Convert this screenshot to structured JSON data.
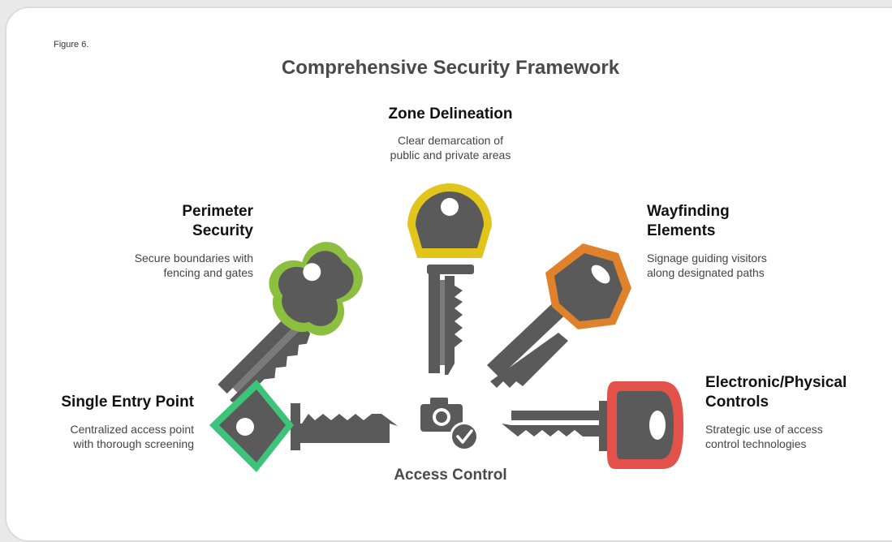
{
  "figure_label": "Figure 6.",
  "title": "Comprehensive Security Framework",
  "center": {
    "label": "Access Control",
    "icon": "camera-check-icon"
  },
  "items": {
    "zone": {
      "title": "Zone Delineation",
      "desc_line1": "Clear demarcation of",
      "desc_line2": "public and private areas",
      "color": "#e2c51b"
    },
    "perimeter": {
      "title_line1": "Perimeter",
      "title_line2": "Security",
      "desc_line1": "Secure boundaries with",
      "desc_line2": "fencing and gates",
      "color": "#8cbf3f"
    },
    "wayfinding": {
      "title_line1": "Wayfinding",
      "title_line2": "Elements",
      "desc_line1": "Signage guiding visitors",
      "desc_line2": "along designated paths",
      "color": "#e0822b"
    },
    "entry": {
      "title": "Single Entry Point",
      "desc_line1": "Centralized access point",
      "desc_line2": "with thorough screening",
      "color": "#3cc47a"
    },
    "electronic": {
      "title_line1": "Electronic/Physical",
      "title_line2": "Controls",
      "desc_line1": "Strategic use of access",
      "desc_line2": "control technologies",
      "color": "#e2524a"
    }
  }
}
